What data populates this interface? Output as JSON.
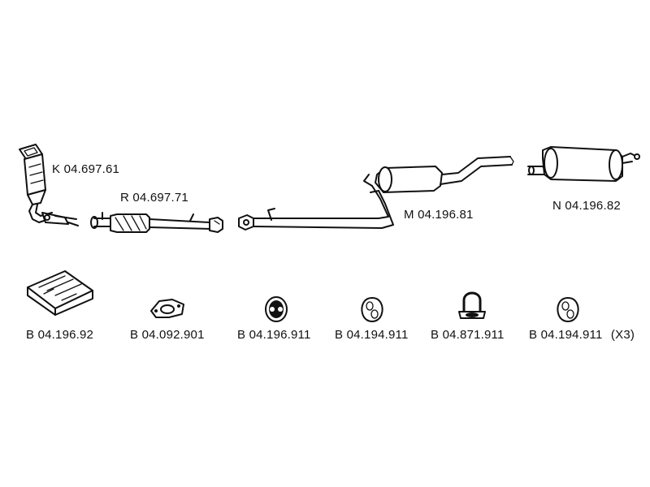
{
  "parts": [
    {
      "id": "catalytic-converter",
      "code": "K 04.697.61"
    },
    {
      "id": "front-pipe",
      "code": "R 04.697.71"
    },
    {
      "id": "middle-silencer",
      "code": "M 04.196.81"
    },
    {
      "id": "rear-silencer",
      "code": "N 04.196.82"
    }
  ],
  "accessories": [
    {
      "id": "mounting-kit",
      "code": "B 04.196.92",
      "qty": ""
    },
    {
      "id": "gasket",
      "code": "B 04.092.901",
      "qty": ""
    },
    {
      "id": "rubber-mount-round",
      "code": "B 04.196.911",
      "qty": ""
    },
    {
      "id": "rubber-mount-a",
      "code": "B 04.194.911",
      "qty": ""
    },
    {
      "id": "u-clamp-mount",
      "code": "B 04.871.911",
      "qty": ""
    },
    {
      "id": "rubber-mount-b",
      "code": "B 04.194.911",
      "qty": "(X3)"
    }
  ]
}
